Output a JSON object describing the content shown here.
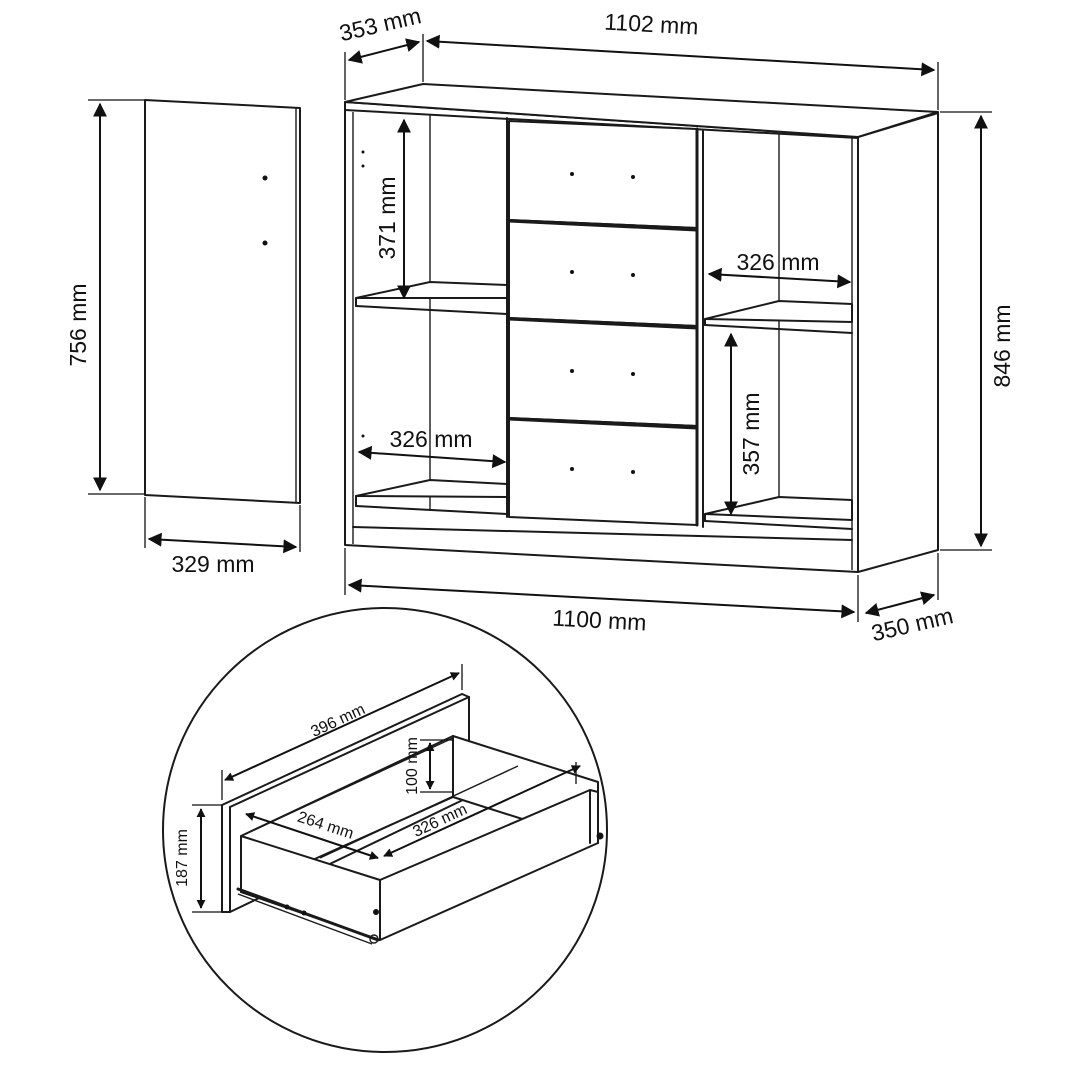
{
  "diagram": {
    "dimensions": {
      "door_height": "756 mm",
      "door_width": "329 mm",
      "top_depth": "353 mm",
      "top_width": "1102 mm",
      "total_height": "846 mm",
      "base_width": "1100 mm",
      "base_depth": "350 mm",
      "left_upper_shelf_height": "371 mm",
      "left_shelf_width": "326 mm",
      "right_shelf_width": "326 mm",
      "right_lower_shelf_height": "357 mm"
    },
    "drawer_detail": {
      "front_width": "396 mm",
      "front_height": "187 mm",
      "box_height": "100 mm",
      "inner_depth": "264 mm",
      "inner_width": "326 mm"
    }
  }
}
